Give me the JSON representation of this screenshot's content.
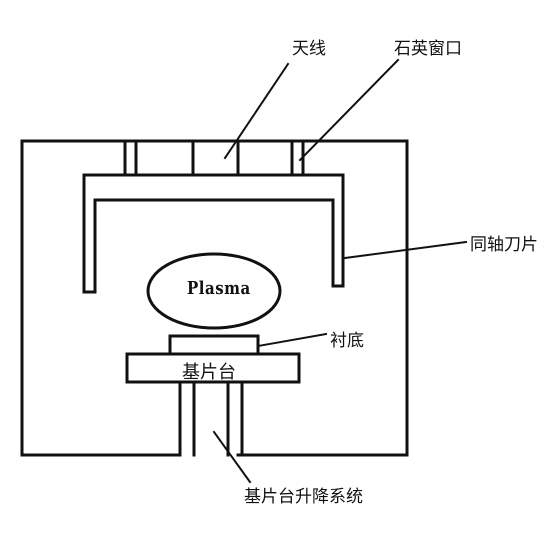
{
  "labels": {
    "antenna": "天线",
    "quartz_window": "石英窗口",
    "coaxial_blade": "同轴刀片",
    "substrate": "衬底",
    "substrate_stage": "基片台",
    "stage_lift_system": "基片台升降系统",
    "plasma": "Plasma"
  },
  "colors": {
    "line": "#111111",
    "background": "#ffffff"
  }
}
